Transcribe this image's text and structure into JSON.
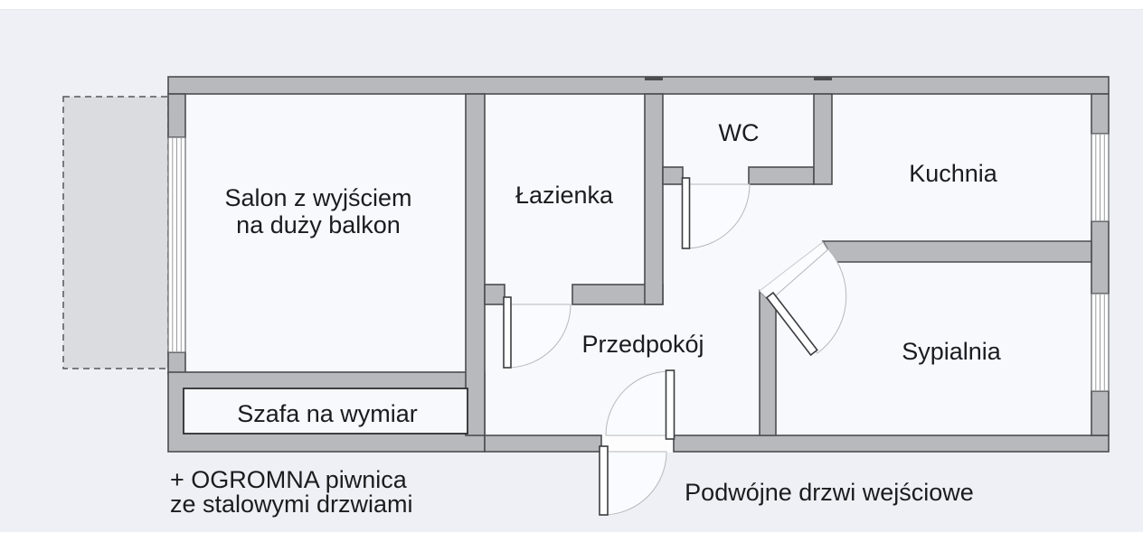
{
  "plan_title": "floor-plan-apartment",
  "rooms": {
    "salon": {
      "label_line1": "Salon z wyjściem",
      "label_line2": "na duży balkon"
    },
    "lazienka": {
      "label": "Łazienka"
    },
    "wc": {
      "label": "WC"
    },
    "kuchnia": {
      "label": "Kuchnia"
    },
    "przedpokoj": {
      "label": "Przedpokój"
    },
    "sypialnia": {
      "label": "Sypialnia"
    },
    "szafa": {
      "label": "Szafa na wymiar"
    }
  },
  "annotations": {
    "basement_line1": "+ OGROMNA piwnica",
    "basement_line2": "ze stalowymi drzwiami",
    "entrance": "Podwójne drzwi wejściowe"
  },
  "colors": {
    "page_background": "#eef0f5",
    "floor": "#f8f9fc",
    "wall_fill": "#b8b9bc",
    "wall_outline": "#4c4d50",
    "balcony_fill": "#dbdcdf",
    "text": "#1b1c1e"
  }
}
